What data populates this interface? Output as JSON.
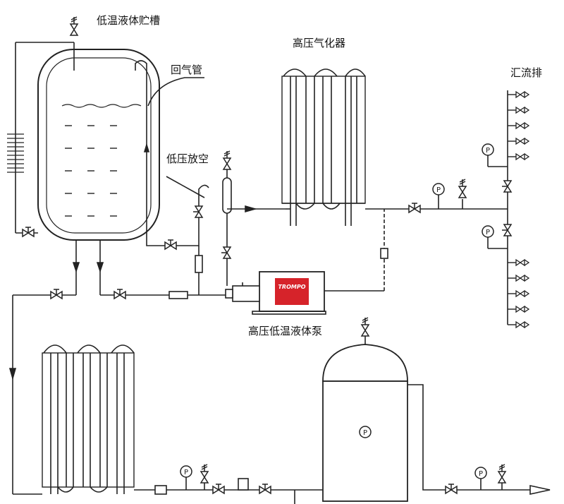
{
  "labels": {
    "storage_tank": "低温液体贮槽",
    "return_gas_pipe": "回气管",
    "low_pressure_vent": "低压放空",
    "high_pressure_vaporizer": "高压气化器",
    "manifold": "汇流排",
    "cryogenic_pump": "高压低温液体泵"
  },
  "gauge_symbol": "P",
  "pump_logo_text": "TROMPO",
  "colors": {
    "line": "#222222",
    "pump_logo": "#d6232a",
    "background": "#ffffff"
  }
}
